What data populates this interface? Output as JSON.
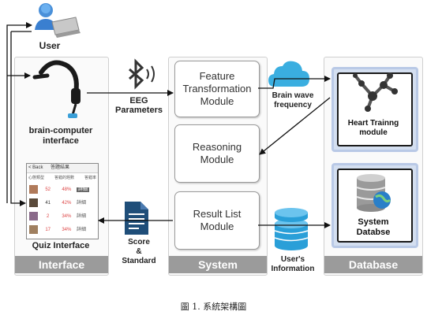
{
  "user_label": "User",
  "interface": {
    "footer": "Interface",
    "bci_label_line1": "brain-computer",
    "bci_label_line2": "interface",
    "quiz_label": "Quiz Interface",
    "quiz_screen": {
      "back": "< Back",
      "title": "答題結果",
      "columns": [
        "心態類型",
        "答錯的題數",
        "答錯率"
      ],
      "rows": [
        {
          "values": [
            "52",
            "48%",
            "詳細"
          ]
        },
        {
          "values": [
            "41",
            "42%",
            "詳細"
          ]
        },
        {
          "values": [
            "2",
            "34%",
            "詳細"
          ]
        },
        {
          "values": [
            "17",
            "34%",
            "詳細"
          ]
        }
      ]
    }
  },
  "system": {
    "footer": "System",
    "modules": {
      "feature_line1": "Feature",
      "feature_line2": "Transformation",
      "feature_line3": "Module",
      "reasoning_line1": "Reasoning",
      "reasoning_line2": "Module",
      "result_line1": "Result List",
      "result_line2": "Module"
    }
  },
  "database": {
    "footer": "Database",
    "heart_line1": "Heart Trainng",
    "heart_line2": "module",
    "sysdb_line1": "System",
    "sysdb_line2": "Databse"
  },
  "labels": {
    "eeg_line1": "EEG",
    "eeg_line2": "Parameters",
    "brainwave_line1": "Brain wave",
    "brainwave_line2": "frequency",
    "score_line1": "Score",
    "score_line2": "&",
    "score_line3": "Standard",
    "users_line1": "User's",
    "users_line2": "Information"
  },
  "caption": "圖 1. 系統架構圖",
  "colors": {
    "panel_footer": "#9b9b9b",
    "cloud_blue": "#3aaee0",
    "document_blue": "#1f4e79",
    "db_frame": "#b9c9e6"
  },
  "icons": [
    "user-icon",
    "bluetooth-icon",
    "cloud-icon",
    "document-icon",
    "database-cylinder-icon",
    "molecule-icon",
    "eeg-headset-icon",
    "database-globe-icon"
  ]
}
